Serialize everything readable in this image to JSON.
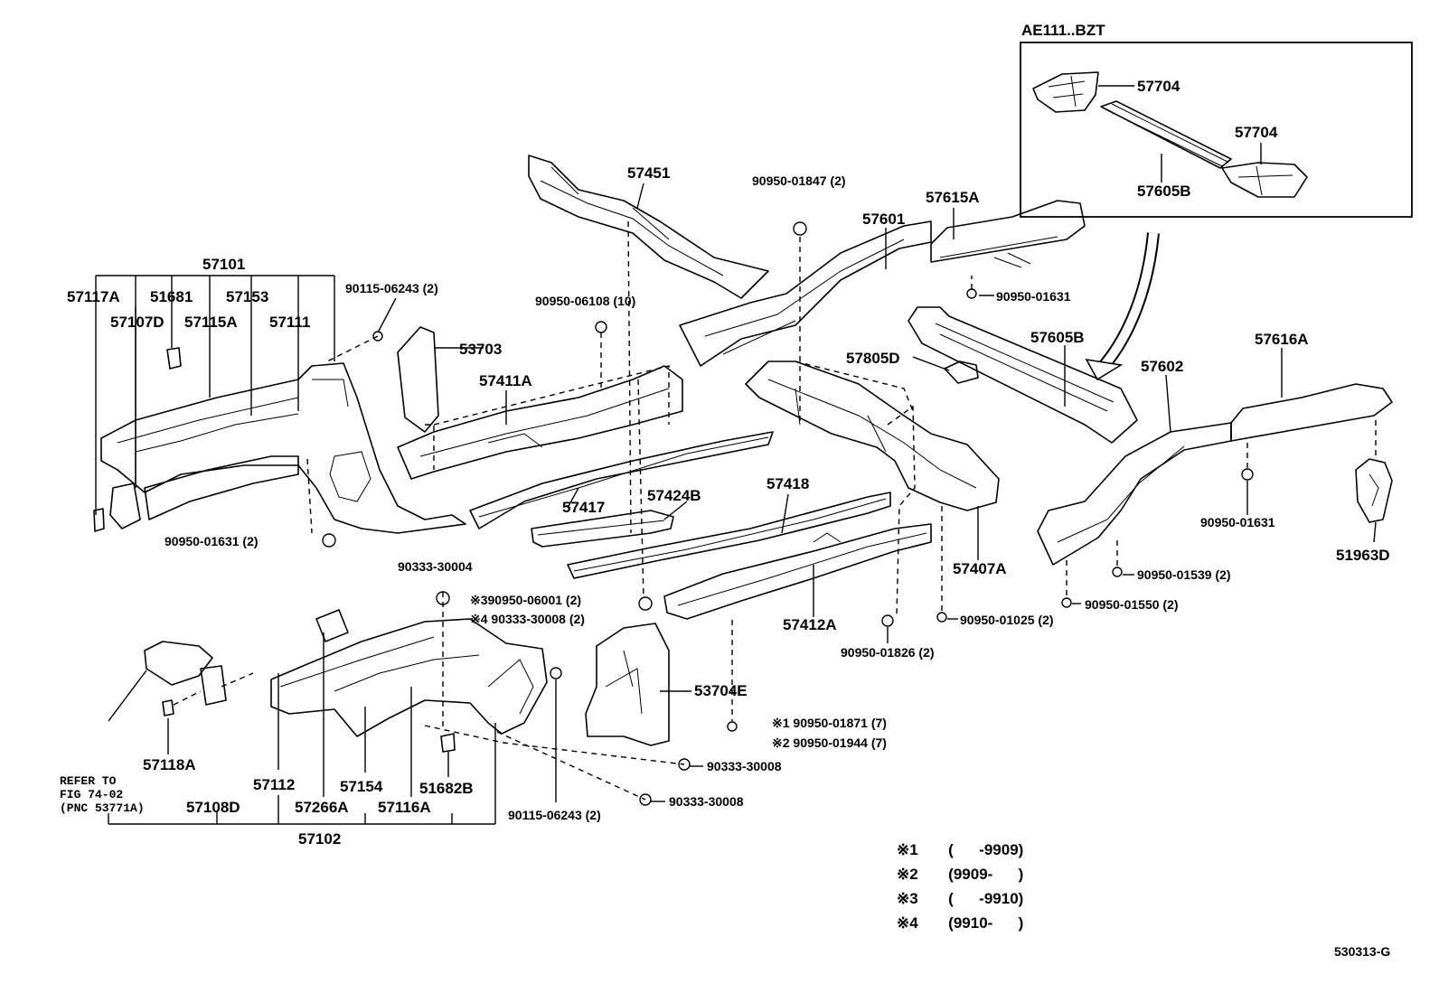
{
  "labels": {
    "ae111_bzt": "AE111..BZT",
    "p57704_a": "57704",
    "p57704_b": "57704",
    "p57605b_inset": "57605B",
    "p57451": "57451",
    "f90950_01847": "90950-01847 (2)",
    "p57601": "57601",
    "p57615a": "57615A",
    "f90950_01631_a": "90950-01631",
    "p57101": "57101",
    "p57117a": "57117A",
    "p51681": "51681",
    "p57153": "57153",
    "f90115_06243_a": "90115-06243 (2)",
    "f90950_06108": "90950-06108 (10)",
    "p57107d": "57107D",
    "p57115a": "57115A",
    "p57111": "57111",
    "p53703": "53703",
    "p57605b": "57605B",
    "p57616a": "57616A",
    "p57805d": "57805D",
    "p57411a": "57411A",
    "p57602": "57602",
    "p57417": "57417",
    "p57424b": "57424B",
    "p57418": "57418",
    "f90950_01631_b": "90950-01631 (2)",
    "f90950_01631_c": "90950-01631",
    "p51963d": "51963D",
    "f90333_30004": "90333-30004",
    "p57407a": "57407A",
    "f90950_01539": "90950-01539 (2)",
    "f90950_06001": "※390950-06001 (2)",
    "f90333_30008_a": "※4 90333-30008 (2)",
    "f90950_01550": "90950-01550 (2)",
    "f90950_01025": "90950-01025 (2)",
    "p57412a": "57412A",
    "f90950_01826": "90950-01826 (2)",
    "p53704e": "53704E",
    "f90950_01871": "※1  90950-01871 (7)",
    "f90950_01944": "※2  90950-01944 (7)",
    "f90333_30008_b": "90333-30008",
    "f90333_30008_c": "90333-30008",
    "f90115_06243_b": "90115-06243 (2)",
    "p57118a": "57118A",
    "refer_to": "REFER TO",
    "fig_74_02": "FIG 74-02",
    "pnc": "(PNC 53771A)",
    "p57112": "57112",
    "p57154": "57154",
    "p51682b": "51682B",
    "p57108d": "57108D",
    "p57266a": "57266A",
    "p57116a": "57116A",
    "p57102": "57102",
    "drawing_no": "530313-G"
  },
  "notes": [
    {
      "mark": "※1",
      "range": "(      -9909)"
    },
    {
      "mark": "※2",
      "range": "(9909-      )"
    },
    {
      "mark": "※3",
      "range": "(      -9910)"
    },
    {
      "mark": "※4",
      "range": "(9910-      )"
    }
  ]
}
